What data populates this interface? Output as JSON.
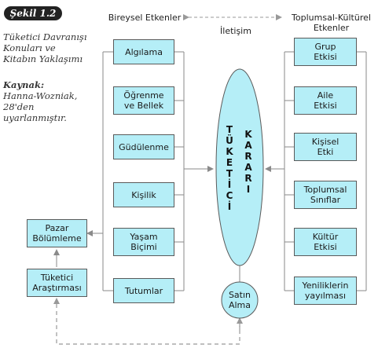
{
  "figure": {
    "badge": "Şekil 1.2",
    "title_lines": [
      "Tüketici Davranışı",
      "Konuları ve",
      "Kitabın Yaklaşımı"
    ],
    "source_label": "Kaynak:",
    "source_lines": [
      "Hanna-Wozniak,",
      "28'den",
      "uyarlanmıştır."
    ]
  },
  "headers": {
    "individual": "Bireysel Etkenler",
    "communication": "İletişim",
    "social_cultural_line1": "Toplumsal-Kültürel",
    "social_cultural_line2": "Etkenler"
  },
  "left_boxes": [
    "Algılama",
    "Öğrenme\nve Bellek",
    "Güdülenme",
    "Kişilik",
    "Yaşam\nBiçimi",
    "Tutumlar"
  ],
  "right_boxes": [
    "Grup\nEtkisi",
    "Aile\nEtkisi",
    "Kişisel\nEtki",
    "Toplumsal\nSınıflar",
    "Kültür\nEtkisi",
    "Yeniliklerin\nyayılması"
  ],
  "far_left_boxes": {
    "market": "Pazar\nBölümleme",
    "research": "Tüketici\nAraştırması"
  },
  "center": {
    "ellipse_left_col": [
      "T",
      "Ü",
      "K",
      "E",
      "T",
      "İ",
      "C",
      "İ"
    ],
    "ellipse_right_col": [
      "K",
      "A",
      "R",
      "A",
      "R",
      "I"
    ],
    "purchase": "Satın\nAlma"
  },
  "colors": {
    "box_fill": "#b5eef7",
    "line": "#8a8a8a",
    "dashed": "#999999",
    "badge": "#222222"
  }
}
